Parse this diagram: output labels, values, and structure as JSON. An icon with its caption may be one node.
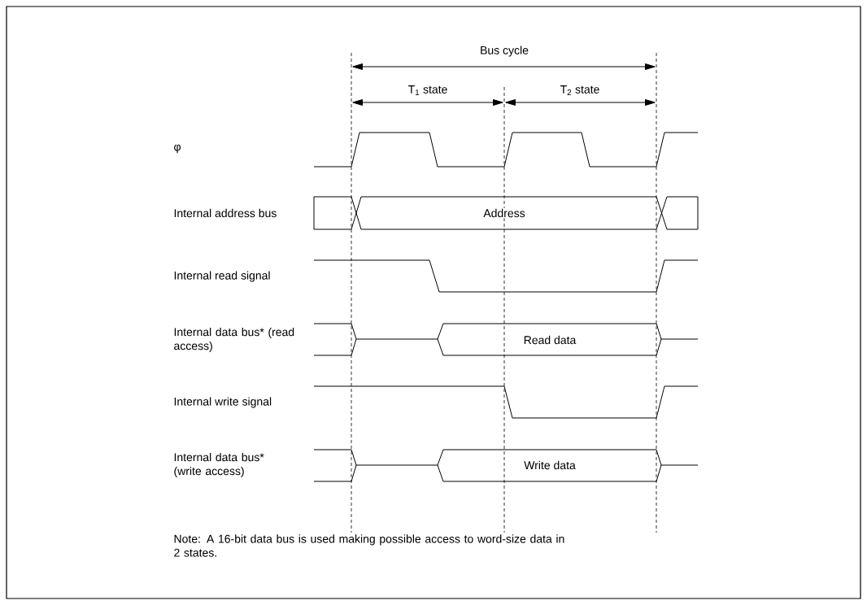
{
  "diagram": {
    "labels": [
      "Bus cycle",
      "T$_{1}$ state",
      "T$_{2}$ state",
      "φ",
      "Internal address bus",
      "Address",
      "Internal read signal",
      "Internal data bus* (read access)",
      "Read data",
      "Internal write signal",
      "Internal data bus* (write access)",
      "Write data",
      "Note: A 16-bit data bus is used making possible access to word-size data in 2 states."
    ]
  }
}
